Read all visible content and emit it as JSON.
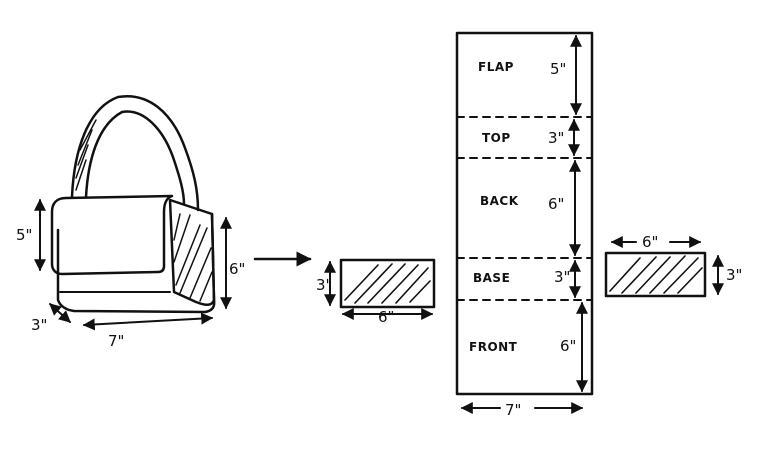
{
  "bag": {
    "flap_height": "5\"",
    "body_height": "6\"",
    "depth": "3\"",
    "width": "7\""
  },
  "side_panel_left": {
    "height": "3\"",
    "width": "6\""
  },
  "main_strip": {
    "sections": [
      {
        "name": "FLAP",
        "size": "5\""
      },
      {
        "name": "TOP",
        "size": "3\""
      },
      {
        "name": "BACK",
        "size": "6\""
      },
      {
        "name": "BASE",
        "size": "3\""
      },
      {
        "name": "FRONT",
        "size": "6\""
      }
    ],
    "width": "7\""
  },
  "side_panel_right": {
    "width": "6\"",
    "height": "3\""
  },
  "colors": {
    "ink": "#111111",
    "background": "#ffffff"
  }
}
